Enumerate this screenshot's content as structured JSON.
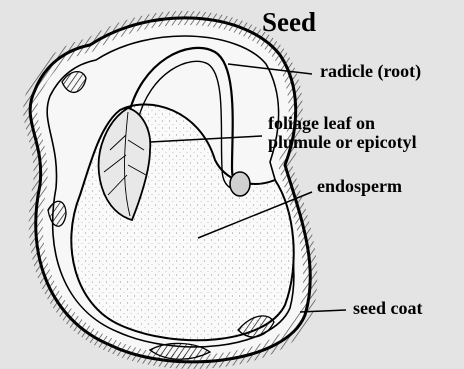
{
  "title": "Seed",
  "labels": {
    "radicle": "radicle (root)",
    "foliage_line1": "foliage leaf on",
    "foliage_line2": "plumule or epicotyl",
    "endosperm": "endosperm",
    "seed_coat": "seed coat"
  },
  "colors": {
    "background": "#e4e4e4",
    "ink": "#000000",
    "fill": "#f6f6f6"
  }
}
